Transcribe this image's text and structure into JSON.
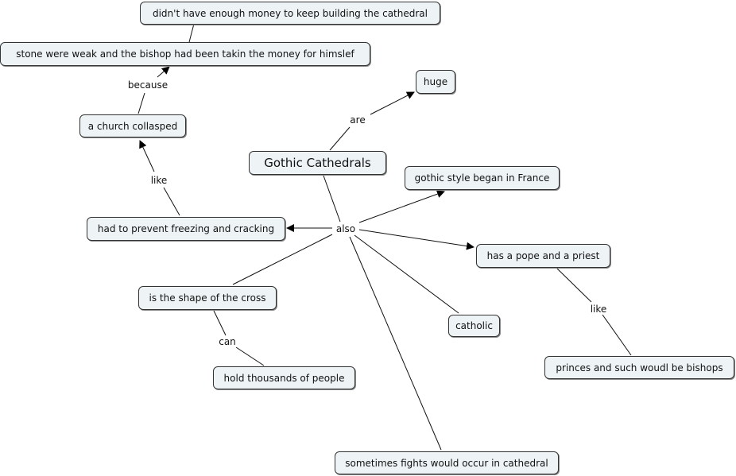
{
  "concept_map": {
    "main": "Gothic Cathedrals",
    "nodes": {
      "money": "didn't have enough money to keep building the cathedral",
      "stone": "stone were weak and the bishop had been takin the money for himslef",
      "church": "a church collasped",
      "huge": "huge",
      "france": "gothic style began in France",
      "freezing": "had to prevent freezing and cracking",
      "pope": "has a pope and a priest",
      "cross": "is the shape of the cross",
      "catholic": "catholic",
      "thousands": "hold thousands of people",
      "princes": "princes and such woudl be bishops",
      "fights": "sometimes fights would occur in cathedral"
    },
    "link_labels": {
      "because": "because",
      "are": "are",
      "like1": "like",
      "also": "also",
      "can": "can",
      "like2": "like"
    }
  }
}
